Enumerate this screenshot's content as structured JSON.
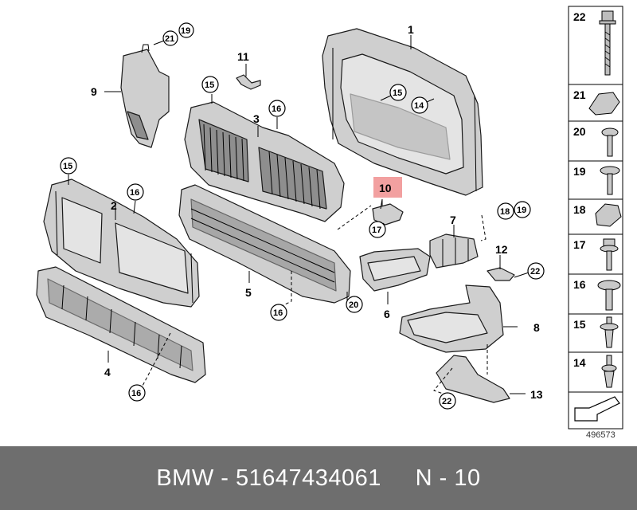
{
  "diagram": {
    "callouts": [
      {
        "id": "1",
        "style": "plain"
      },
      {
        "id": "2",
        "style": "plain"
      },
      {
        "id": "3",
        "style": "plain"
      },
      {
        "id": "4",
        "style": "plain"
      },
      {
        "id": "5",
        "style": "plain"
      },
      {
        "id": "6",
        "style": "plain"
      },
      {
        "id": "7",
        "style": "plain"
      },
      {
        "id": "8",
        "style": "plain"
      },
      {
        "id": "9",
        "style": "plain"
      },
      {
        "id": "10",
        "style": "highlighted",
        "highlight_color": "#f2a0a0"
      },
      {
        "id": "11",
        "style": "plain"
      },
      {
        "id": "12",
        "style": "plain"
      },
      {
        "id": "13",
        "style": "plain"
      },
      {
        "id": "14",
        "style": "circled"
      },
      {
        "id": "15",
        "style": "circled"
      },
      {
        "id": "16",
        "style": "circled"
      },
      {
        "id": "17",
        "style": "circled"
      },
      {
        "id": "18",
        "style": "circled"
      },
      {
        "id": "19",
        "style": "circled"
      },
      {
        "id": "20",
        "style": "circled"
      },
      {
        "id": "21",
        "style": "circled"
      },
      {
        "id": "22",
        "style": "circled"
      }
    ],
    "legend": [
      "22",
      "21",
      "20",
      "19",
      "18",
      "17",
      "16",
      "15",
      "14"
    ],
    "drawing_number": "496573"
  },
  "footer": {
    "text": "BMW - 51647434061     N - 10",
    "background": "#6e6e6e",
    "color": "#ffffff"
  }
}
